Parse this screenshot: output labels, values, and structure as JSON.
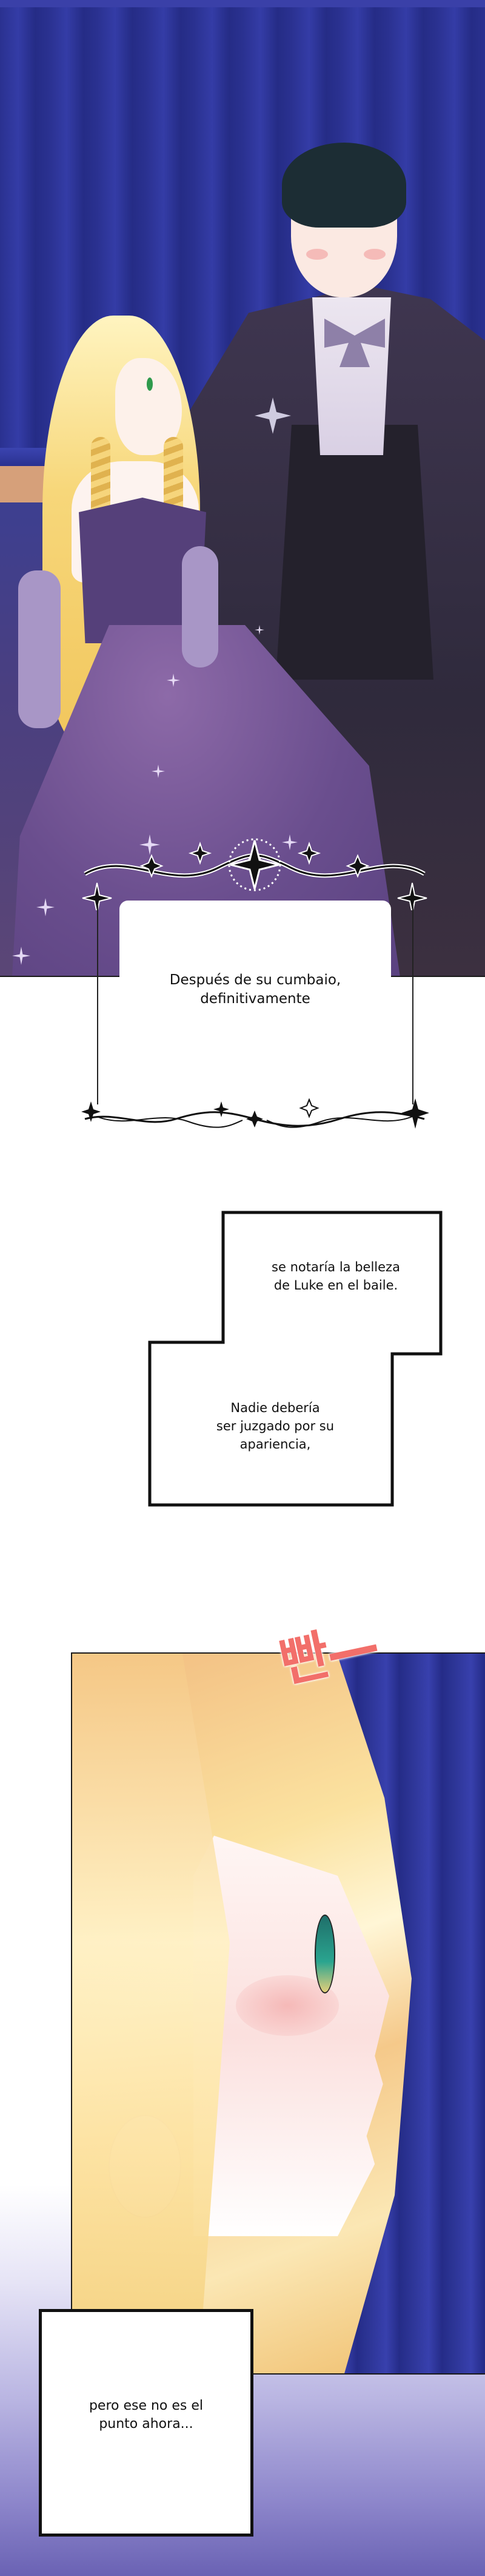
{
  "page": {
    "type": "webtoon-strip",
    "language": "es",
    "colors": {
      "curtain_blue": "#2d3596",
      "dress_purple": "#6a4e8e",
      "hair_blonde": "#f7d77a",
      "sfx_red": "#f26f6a",
      "gradient_bottom": "#6a62b4"
    }
  },
  "panels": [
    {
      "id": "panel-1",
      "description": "Blonde woman in purple gown seated beside dark-haired man in dark formal coat, blue curtain background",
      "narration": {
        "style": "ornate-starry-frame",
        "lines": [
          "Después de su cumbaio,",
          "definitivamente"
        ]
      }
    },
    {
      "id": "narration-step-box",
      "narration": {
        "style": "step-outline-box",
        "upper_lines": [
          "se notaría la belleza",
          "de Luke en el baile."
        ],
        "lower_lines": [
          "Nadie debería",
          "ser juzgado por su",
          "apariencia,"
        ]
      }
    },
    {
      "id": "panel-3",
      "description": "Close-up profile of blonde woman with green eye, blushing, blue curtain background",
      "sfx": "빤—",
      "narration": {
        "style": "plain-box",
        "lines": [
          "pero ese no es el",
          "punto ahora..."
        ]
      }
    }
  ]
}
